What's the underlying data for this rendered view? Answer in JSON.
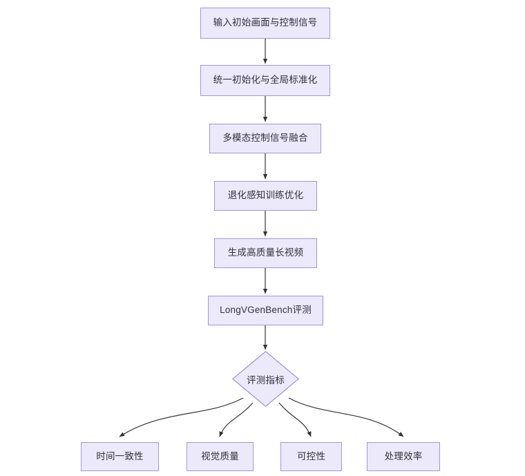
{
  "diagram": {
    "type": "flowchart",
    "orientation": "top-to-bottom",
    "colors": {
      "node_fill": "#ece9fb",
      "node_border": "#a393e0",
      "node_text": "#31313a",
      "edge_stroke": "#333333",
      "background": "#ffffff"
    },
    "process_nodes": [
      {
        "id": "n1",
        "label": "输入初始画面与控制信号",
        "shape": "rect"
      },
      {
        "id": "n2",
        "label": "统一初始化与全局标准化",
        "shape": "rect"
      },
      {
        "id": "n3",
        "label": "多模态控制信号融合",
        "shape": "rect"
      },
      {
        "id": "n4",
        "label": "退化感知训练优化",
        "shape": "rect"
      },
      {
        "id": "n5",
        "label": "生成高质量长视频",
        "shape": "rect"
      },
      {
        "id": "n6",
        "label": "LongVGenBench评测",
        "shape": "rect"
      }
    ],
    "decision_node": {
      "id": "d1",
      "label": "评测指标",
      "shape": "diamond"
    },
    "outcome_nodes": [
      {
        "id": "o1",
        "label": "时间一致性",
        "shape": "rect"
      },
      {
        "id": "o2",
        "label": "视觉质量",
        "shape": "rect"
      },
      {
        "id": "o3",
        "label": "可控性",
        "shape": "rect"
      },
      {
        "id": "o4",
        "label": "处理效率",
        "shape": "rect"
      }
    ],
    "edges": [
      {
        "from": "n1",
        "to": "n2",
        "style": "straight-arrow"
      },
      {
        "from": "n2",
        "to": "n3",
        "style": "straight-arrow"
      },
      {
        "from": "n3",
        "to": "n4",
        "style": "straight-arrow"
      },
      {
        "from": "n4",
        "to": "n5",
        "style": "straight-arrow"
      },
      {
        "from": "n5",
        "to": "n6",
        "style": "straight-arrow"
      },
      {
        "from": "n6",
        "to": "d1",
        "style": "straight-arrow"
      },
      {
        "from": "d1",
        "to": "o1",
        "style": "curved-arrow"
      },
      {
        "from": "d1",
        "to": "o2",
        "style": "curved-arrow"
      },
      {
        "from": "d1",
        "to": "o3",
        "style": "curved-arrow"
      },
      {
        "from": "d1",
        "to": "o4",
        "style": "curved-arrow"
      }
    ]
  }
}
